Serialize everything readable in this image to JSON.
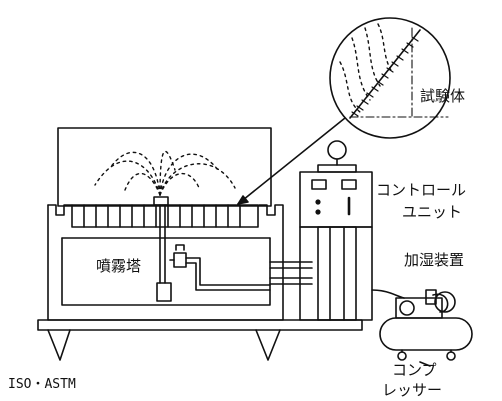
{
  "labels": {
    "specimen": "試験体",
    "spray_tower": "噴霧塔",
    "control_unit_line1": "コントロール",
    "control_unit_line2": "ユニット",
    "humidifier": "加湿装置",
    "compressor_line1": "コンプ",
    "compressor_line2": "レッサー",
    "standard": "ISO・ASTM"
  }
}
